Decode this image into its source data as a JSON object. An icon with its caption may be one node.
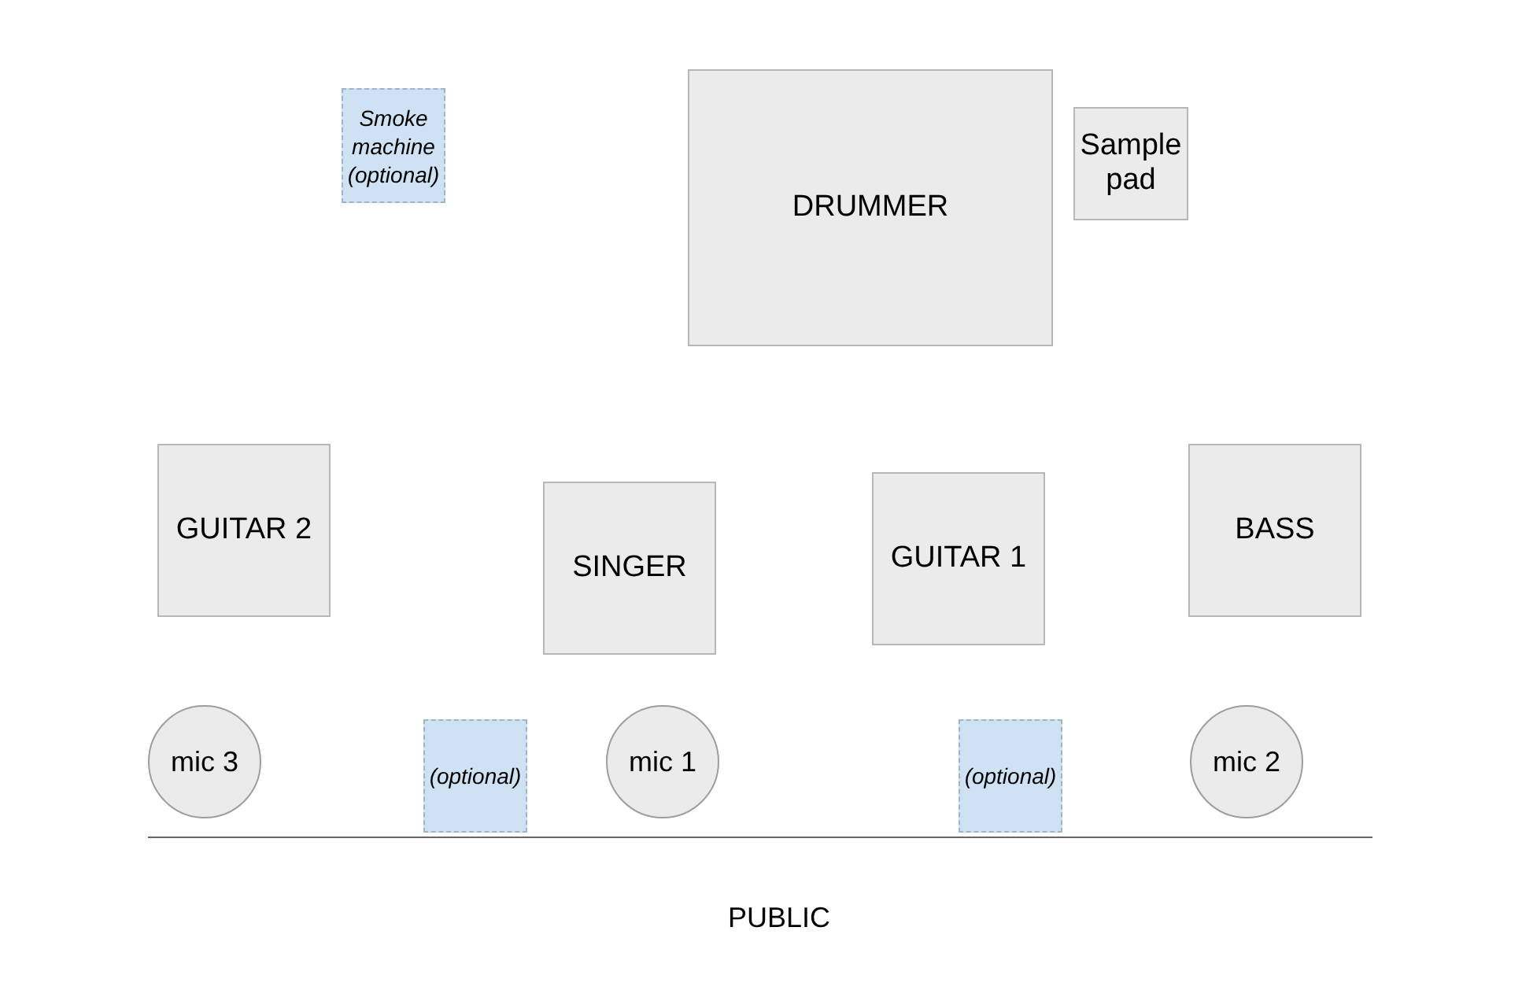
{
  "diagram": {
    "nodes": [
      {
        "text": [
          "Smoke machine (optional)"
        ]
      },
      {
        "text": [
          "DRUMMER"
        ]
      },
      {
        "text": [
          "Sample pad"
        ]
      },
      {
        "text": [
          "GUITAR 2"
        ]
      },
      {
        "text": [
          "SINGER"
        ]
      },
      {
        "text": [
          "GUITAR 1"
        ]
      },
      {
        "text": [
          "BASS"
        ]
      },
      {
        "text": [
          "mic 3"
        ]
      },
      {
        "text": [
          "(optional)"
        ]
      },
      {
        "text": [
          "mic 1"
        ]
      },
      {
        "text": [
          "(optional)"
        ]
      },
      {
        "text": [
          "mic 2"
        ]
      }
    ],
    "labels": [
      "PUBLIC"
    ]
  }
}
